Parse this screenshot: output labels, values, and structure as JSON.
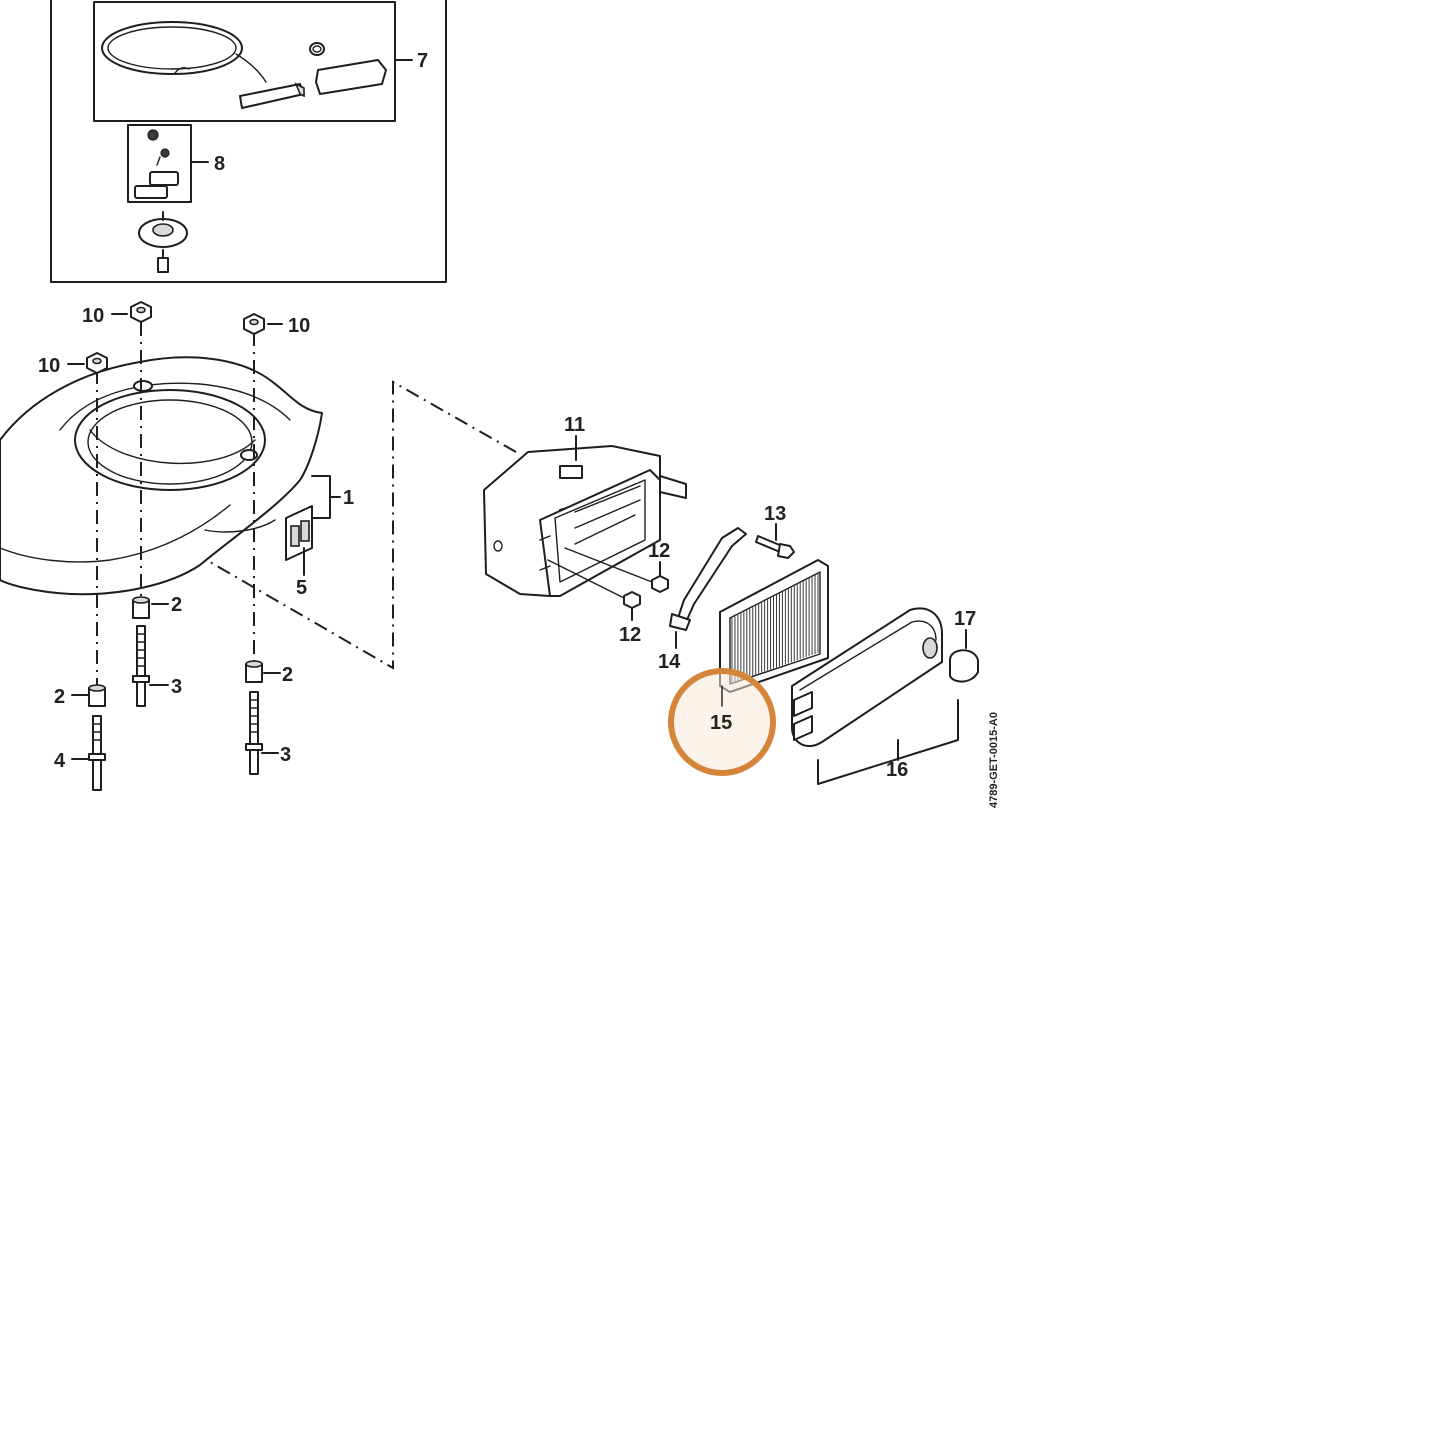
{
  "callouts": {
    "c1": "1",
    "c2a": "2",
    "c2b": "2",
    "c2c": "2",
    "c3a": "3",
    "c3b": "3",
    "c4": "4",
    "c5": "5",
    "c7": "7",
    "c8": "8",
    "c10a": "10",
    "c10b": "10",
    "c10c": "10",
    "c11": "11",
    "c12a": "12",
    "c12b": "12",
    "c13": "13",
    "c14": "14",
    "c15": "15",
    "c16": "16",
    "c17": "17"
  },
  "drawing_code": "4789-GET-0015-A0",
  "highlight": {
    "callout": "15",
    "color": "#d4853a"
  },
  "colors": {
    "line": "#1e1e1e",
    "highlight_ring": "#d4853a",
    "highlight_fill": "#f7ead9"
  }
}
